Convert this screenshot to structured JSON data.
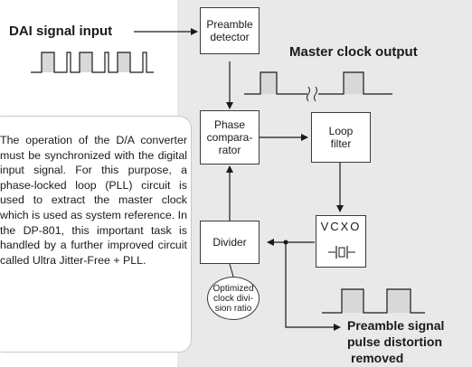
{
  "labels": {
    "dai_input": "DAI signal input",
    "master_clock": "Master clock output",
    "preamble_line1": "Preamble signal",
    "preamble_line2": "pulse distortion",
    "preamble_line3": "removed"
  },
  "blocks": {
    "preamble_detector": "Preamble\ndetector",
    "phase_comparator": "Phase\ncompara-\nrator",
    "loop_filter": "Loop\nfilter",
    "vcxo": "VCXO",
    "divider": "Divider"
  },
  "annotation": "Optimized\nclock divi-\nsion ratio",
  "description": "The operation of the D/A converter must be synchronized with the digital input signal. For this purpose, a phase-locked loop (PLL) circuit is used to extract the master clock which is used as system reference. In the DP-801, this important task is handled by a further improved circuit called Ultra Jitter-Free + PLL.",
  "colors": {
    "panel_background": "#e9e9e9",
    "block_fill": "#ffffff",
    "waveform_fill": "#d8d8d8",
    "line": "#3a3a3a"
  }
}
